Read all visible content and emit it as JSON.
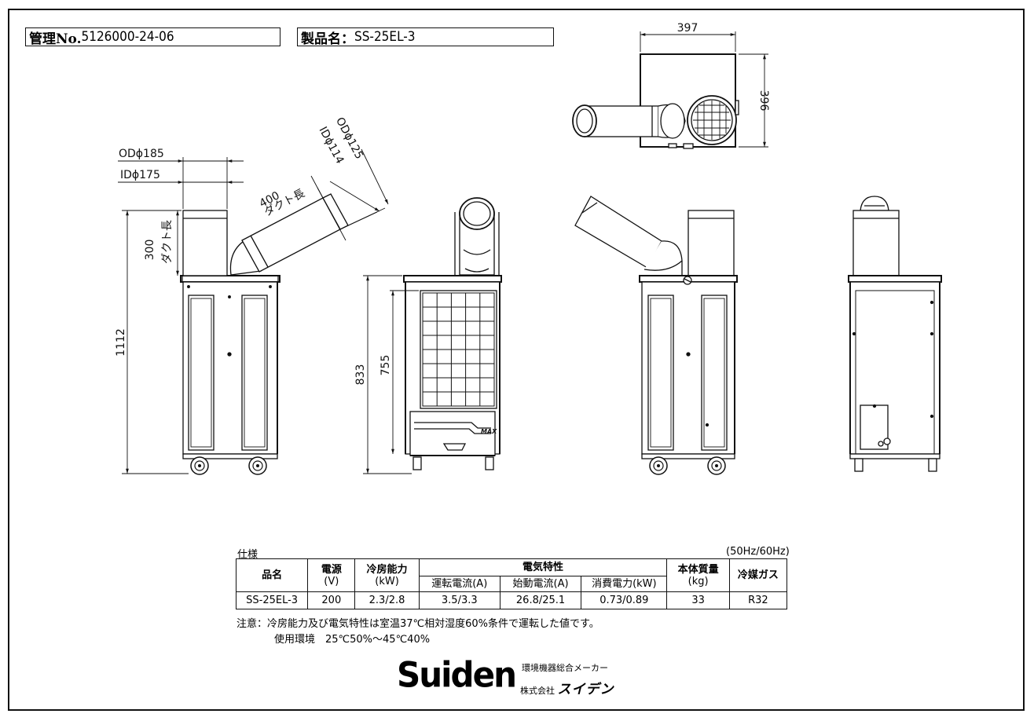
{
  "header": {
    "mgmt_label": "管理No.",
    "mgmt_value": "5126000-24-06",
    "product_label": "製品名：",
    "product_value": "SS-25EL-3"
  },
  "dimensions": {
    "top_width": "397",
    "top_depth": "396",
    "duct_od_side": "ODϕ185",
    "duct_id_side": "IDϕ175",
    "duct_od_tip": "ODϕ125",
    "duct_id_tip": "IDϕ114",
    "duct_len_angled": "400",
    "duct_len_label": "ダクト長",
    "duct_len_vertical": "300",
    "total_height": "1112",
    "front_height": "833",
    "grille_height": "755",
    "front_brand_mark": "MAX"
  },
  "spec": {
    "caption": "仕様",
    "freq_note": "(50Hz/60Hz)",
    "headers": {
      "model": "品名",
      "power": "電源",
      "power_unit": "(V)",
      "cooling": "冷房能力",
      "cooling_unit": "(kW)",
      "electrical": "電気特性",
      "run_current": "運転電流(A)",
      "start_current": "始動電流(A)",
      "consumption": "消費電力(kW)",
      "mass": "本体質量",
      "mass_unit": "(kg)",
      "refrigerant": "冷媒ガス"
    },
    "row": {
      "model": "SS-25EL-3",
      "power": "200",
      "cooling": "2.3/2.8",
      "run_current": "3.5/3.3",
      "start_current": "26.8/25.1",
      "consumption": "0.73/0.89",
      "mass": "33",
      "refrigerant": "R32"
    }
  },
  "notes": {
    "line1": "注意：冷房能力及び電気特性は室温37℃相対湿度60%条件で運転した値です。",
    "line2": "使用環境　25℃50%～45℃40%"
  },
  "brand": {
    "logo": "Suiden",
    "tagline": "環境機器総合メーカー",
    "company_prefix": "株式会社",
    "company_name": "スイデン"
  }
}
